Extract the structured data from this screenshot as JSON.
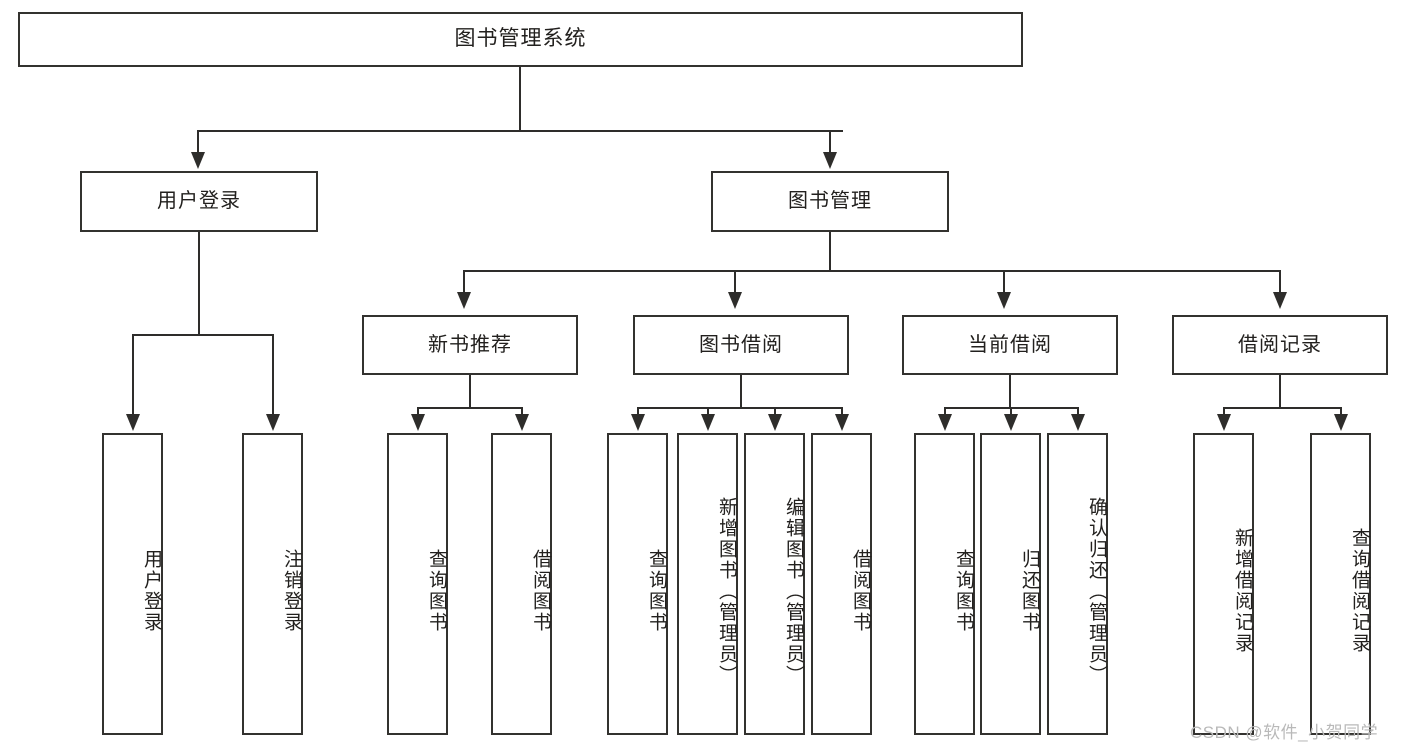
{
  "diagram": {
    "type": "tree",
    "title": "图书管理系统",
    "root": {
      "label": "图书管理系统"
    },
    "level2": [
      {
        "label": "用户登录"
      },
      {
        "label": "图书管理"
      }
    ],
    "level3": [
      {
        "label": "新书推荐"
      },
      {
        "label": "图书借阅"
      },
      {
        "label": "当前借阅"
      },
      {
        "label": "借阅记录"
      }
    ],
    "leaves": {
      "user_login": [
        {
          "label": "用户登录"
        },
        {
          "label": "注销登录"
        }
      ],
      "new_book_recommend": [
        {
          "label": "查询图书"
        },
        {
          "label": "借阅图书"
        }
      ],
      "book_borrow": [
        {
          "label": "查询图书"
        },
        {
          "label": "新增图书（管理员）"
        },
        {
          "label": "编辑图书（管理员）"
        },
        {
          "label": "借阅图书"
        }
      ],
      "current_borrow": [
        {
          "label": "查询图书"
        },
        {
          "label": "归还图书"
        },
        {
          "label": "确认归还（管理员）"
        }
      ],
      "borrow_record": [
        {
          "label": "新增借阅记录"
        },
        {
          "label": "查询借阅记录"
        }
      ]
    },
    "watermark": "CSDN @软件_小贺同学",
    "colors": {
      "border": "#33322f",
      "connector": "#2e2d2b",
      "text": "#22201e",
      "background": "#ffffff",
      "watermark": "#b9b9b9"
    }
  }
}
